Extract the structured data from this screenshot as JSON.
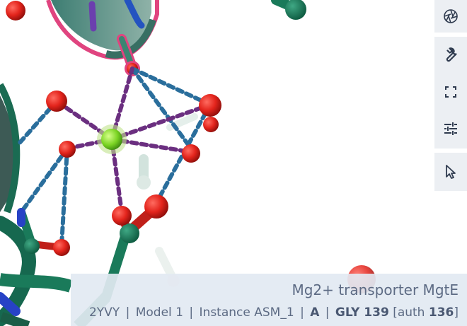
{
  "structure": {
    "name": "Mg2+ transporter MgtE",
    "entry_id": "2YVY",
    "model": "Model 1",
    "instance": "Instance ASM_1",
    "chain": "A",
    "residue": "GLY 139",
    "auth_prefix": "[auth",
    "auth_number": "136",
    "auth_suffix": "]",
    "separator": "|"
  },
  "toolbar": {
    "buttons": [
      {
        "id": "screenshot",
        "icon": "camera-aperture-icon"
      },
      {
        "id": "settings",
        "icon": "wrench-icon"
      },
      {
        "id": "expand",
        "icon": "fullscreen-icon"
      },
      {
        "id": "controls",
        "icon": "sliders-icon"
      },
      {
        "id": "selection-mode",
        "icon": "cursor-arrow-icon"
      }
    ]
  },
  "colors": {
    "panel_bg": "#e2e9f2",
    "toolbar_bg": "#eceff3",
    "text": "#5d6b84",
    "oxygen": "#e8231c",
    "magnesium": "#7bd423",
    "metal_bond": "#6b2f80",
    "hbond": "#2a6e9c",
    "cartoon": "#1a7a5a",
    "highlight": "#e0447f"
  }
}
